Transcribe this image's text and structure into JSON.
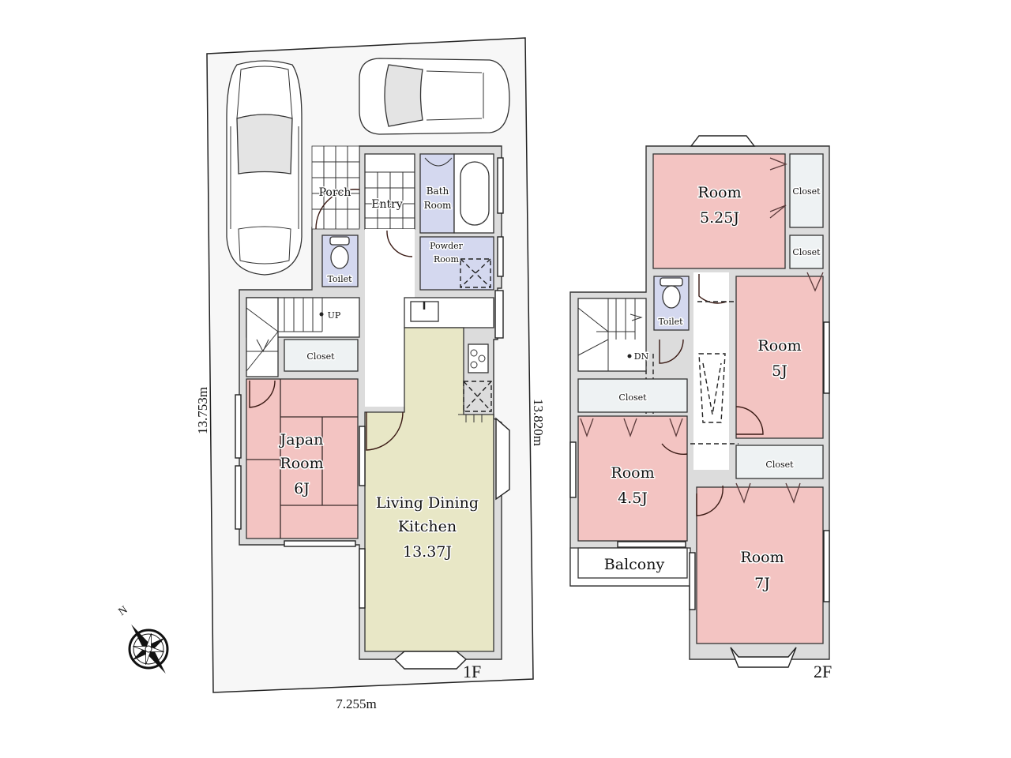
{
  "floor_plan": {
    "floors": [
      {
        "label": "1F",
        "rooms": [
          {
            "id": "porch",
            "name": "Porch",
            "size": ""
          },
          {
            "id": "entry",
            "name": "Entry",
            "size": ""
          },
          {
            "id": "bath",
            "name": "Bath",
            "name2": "Room",
            "size": ""
          },
          {
            "id": "powder",
            "name": "Powder",
            "name2": "Room",
            "size": ""
          },
          {
            "id": "toilet",
            "name": "Toilet",
            "size": ""
          },
          {
            "id": "closet",
            "name": "Closet",
            "size": ""
          },
          {
            "id": "japan",
            "name": "Japan",
            "name2": "Room",
            "size": "6J"
          },
          {
            "id": "ldk",
            "name": "Living Dining",
            "name2": "Kitchen",
            "size": "13.37J"
          }
        ],
        "stairs_label": "UP"
      },
      {
        "label": "2F",
        "rooms": [
          {
            "id": "room1",
            "name": "Room",
            "size": "5.25J"
          },
          {
            "id": "closet1",
            "name": "Closet",
            "size": ""
          },
          {
            "id": "closet2",
            "name": "Closet",
            "size": ""
          },
          {
            "id": "toilet2",
            "name": "Toilet",
            "size": ""
          },
          {
            "id": "room2",
            "name": "Room",
            "size": "5J"
          },
          {
            "id": "closet3",
            "name": "Closet",
            "size": ""
          },
          {
            "id": "room3",
            "name": "Room",
            "size": "4.5J"
          },
          {
            "id": "closet4",
            "name": "Closet",
            "size": ""
          },
          {
            "id": "room4",
            "name": "Room",
            "size": "7J"
          },
          {
            "id": "balcony",
            "name": "Balcony",
            "size": ""
          }
        ],
        "stairs_label": "DN"
      }
    ],
    "dimensions": {
      "left": "13.753m",
      "right": "13.820m",
      "bottom": "7.255m"
    },
    "compass": {
      "label": "N",
      "icon": "compass-rose-icon"
    },
    "parking": {
      "cars": 2,
      "icon": "car-icon"
    },
    "colors": {
      "bedroom": "#f3c4c2",
      "ldk": "#e8e7c6",
      "wet_area": "#d4d8ef",
      "wall": "#dcdcdc",
      "lot": "#f7f7f7"
    }
  }
}
